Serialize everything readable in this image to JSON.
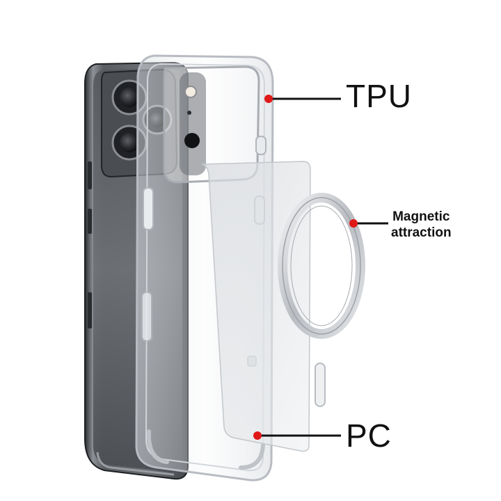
{
  "image": {
    "description_tags": [
      "phone-case-exploded-view",
      "clear-case",
      "magnetic-ring",
      "protective-layer"
    ]
  },
  "callouts": {
    "tpu": {
      "label": "TPU"
    },
    "magnetic": {
      "line1": "Magnetic",
      "line2": "attraction"
    },
    "pc": {
      "label": "PC"
    }
  },
  "colors": {
    "marker_dot": "#e01818",
    "leader_line": "#111111",
    "phone_body": "#3a3c40",
    "ring": "#c9ccd1"
  }
}
